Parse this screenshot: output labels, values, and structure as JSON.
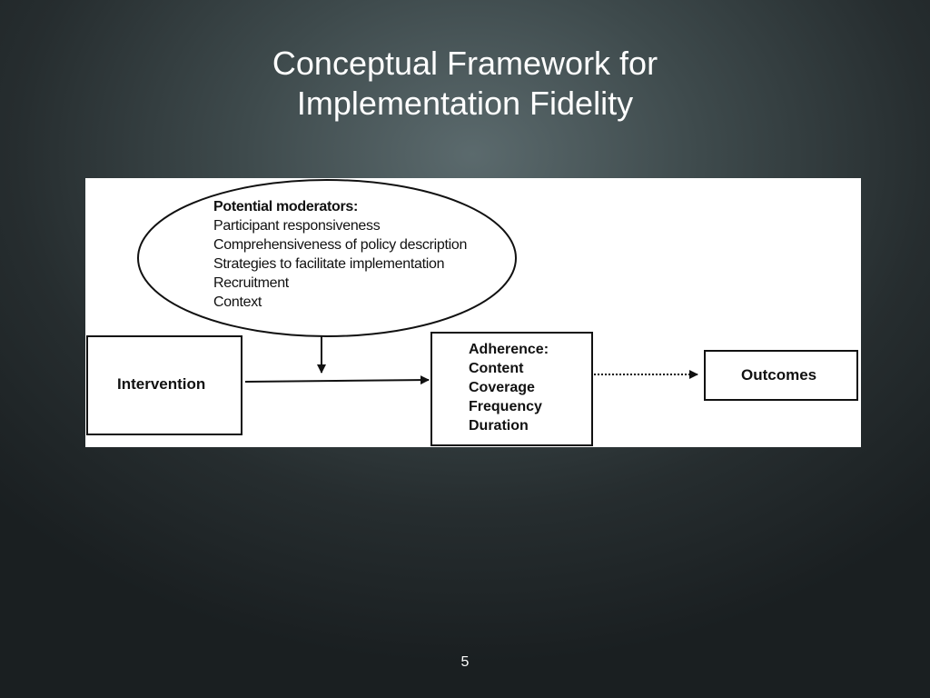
{
  "slide": {
    "title_line1": "Conceptual Framework for",
    "title_line2": "Implementation Fidelity",
    "page_number": "5"
  },
  "diagram": {
    "moderators": {
      "heading": "Potential moderators:",
      "items": [
        "Participant responsiveness",
        "Comprehensiveness of policy description",
        "Strategies to facilitate implementation",
        "Recruitment",
        "Context"
      ]
    },
    "intervention_label": "Intervention",
    "adherence": {
      "heading": "Adherence:",
      "items": [
        "Content",
        "Coverage",
        "Frequency",
        "Duration"
      ]
    },
    "outcomes_label": "Outcomes"
  }
}
